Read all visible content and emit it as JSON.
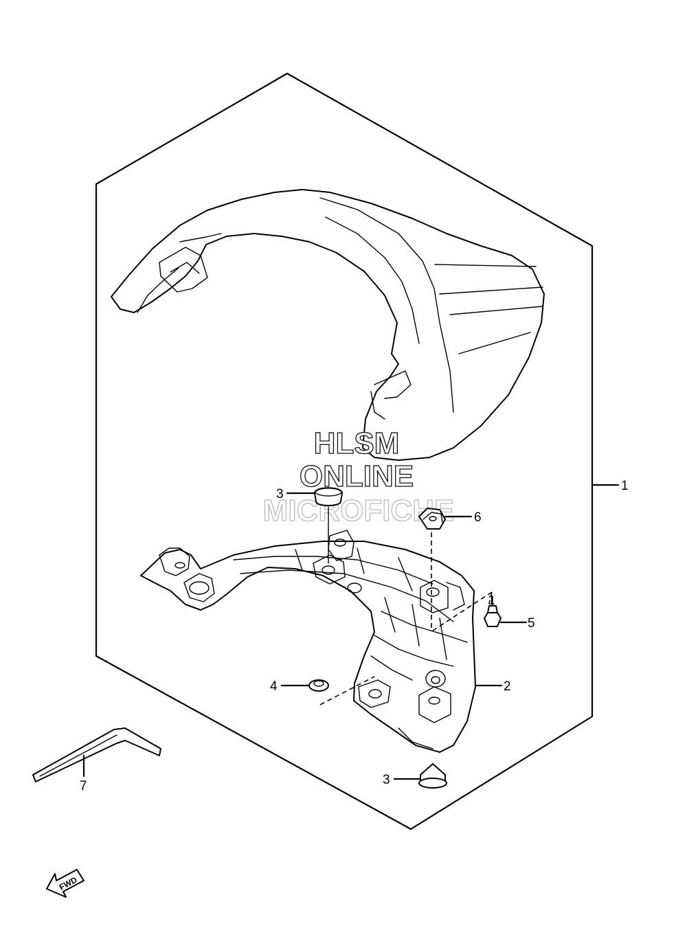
{
  "watermark": {
    "line1": "HLSM",
    "line2": "ONLINE",
    "line3": "MICROFICHE"
  },
  "callouts": [
    {
      "id": "1",
      "label": "1"
    },
    {
      "id": "2",
      "label": "2"
    },
    {
      "id": "3a",
      "label": "3"
    },
    {
      "id": "3b",
      "label": "3"
    },
    {
      "id": "4",
      "label": "4"
    },
    {
      "id": "5",
      "label": "5"
    },
    {
      "id": "6",
      "label": "6"
    },
    {
      "id": "7",
      "label": "7"
    },
    {
      "id": "1b",
      "label": "1"
    }
  ],
  "direction_marker": {
    "label": "FWD"
  },
  "colors": {
    "line": "#000000",
    "background": "#ffffff"
  }
}
